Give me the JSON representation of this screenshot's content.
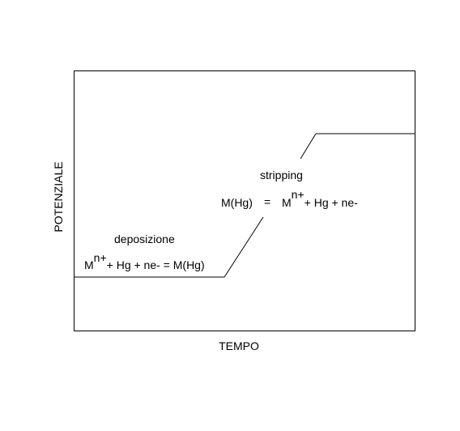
{
  "axes": {
    "x_label": "TEMPO",
    "y_label": "POTENZIALE"
  },
  "deposition": {
    "title": "deposizione",
    "eq_base": "M",
    "eq_sup": "n+",
    "eq_rest": "+ Hg + ne- = M(Hg)"
  },
  "stripping": {
    "title": "stripping",
    "eq_left": "M(Hg)",
    "eq_equals": "=",
    "eq_base": "M",
    "eq_sup": "n+",
    "eq_rest": "+ Hg + ne-"
  },
  "colors": {
    "line": "#000000",
    "background": "#ffffff"
  }
}
